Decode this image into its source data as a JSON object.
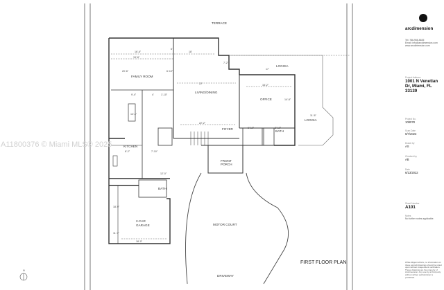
{
  "watermark": "A11800376 © Miami MLS® 2025",
  "north_label": "N",
  "drawing_title": "FIRST FLOOR PLAN",
  "rooms": {
    "terrace": "TERRACE",
    "family_room": "FAMILY ROOM",
    "living_dining": "LIVING/DINING",
    "office": "OFFICE",
    "loggia_top": "LOGGIA",
    "loggia_right": "LOGGIA",
    "foyer": "FOYER",
    "kitchen": "KITCHEN",
    "front_porch_1": "FRONT",
    "front_porch_2": "PORCH",
    "bath_1": "BATH",
    "bath_2": "BATH",
    "garage_1": "2-CAR",
    "garage_2": "GARAGE",
    "motor_court": "MOTOR COURT",
    "driveway": "DRIVEWAY"
  },
  "dimensions": {
    "d1": "16'-6\"",
    "d2": "15'-8\"",
    "d3": "18'",
    "d4": "20'-6\"",
    "d5": "6'-10\"",
    "d6": "6'",
    "d7": "7'-2\"",
    "d8": "17'",
    "d9": "22'",
    "d10": "16'-2\"",
    "d11": "9'-4\"",
    "d12": "4'",
    "d13": "1'-10\"",
    "d14": "14'-8\"",
    "d15": "22'-2\"",
    "d16": "11'-6\"",
    "d17": "14'-4\"",
    "d18": "8'-2\"",
    "d19": "7'-10\"",
    "d20": "6'-10\"",
    "d21": "8'-10\"",
    "d22": "18'-9\"",
    "d23": "11'-7\"",
    "d24": "18'-0\"",
    "d25": "12'-0\""
  },
  "sidebar": {
    "logo_text": "arcdimension",
    "contact_1": "Tel: 786-955-5635",
    "contact_2": "Email: info@arcdimension.com",
    "contact_3": "www.arcdimension.com",
    "address_label": "Project Address",
    "address": "1001 N Venetian Dr, Miami, FL 33139",
    "project_no_label": "Project No.",
    "project_no": "108078",
    "date_label": "Scan Date",
    "date": "6/7/2023",
    "drawn_label": "Drawn by",
    "drawn": "AS",
    "checked_label": "Checked by",
    "checked": "AB",
    "issue_label": "Date",
    "issue": "6/13/2022",
    "sheet_label": "Sheet Number",
    "sheet": "A101",
    "notes_label": "Notes",
    "notes": "No further notes applicable.",
    "disclaimer": "While diligent efforts, no information on these as-built drawings should be relied upon without independent verification. These drawings are the property of Arcdimension. Any use by a third party without written authorization is prohibited."
  }
}
